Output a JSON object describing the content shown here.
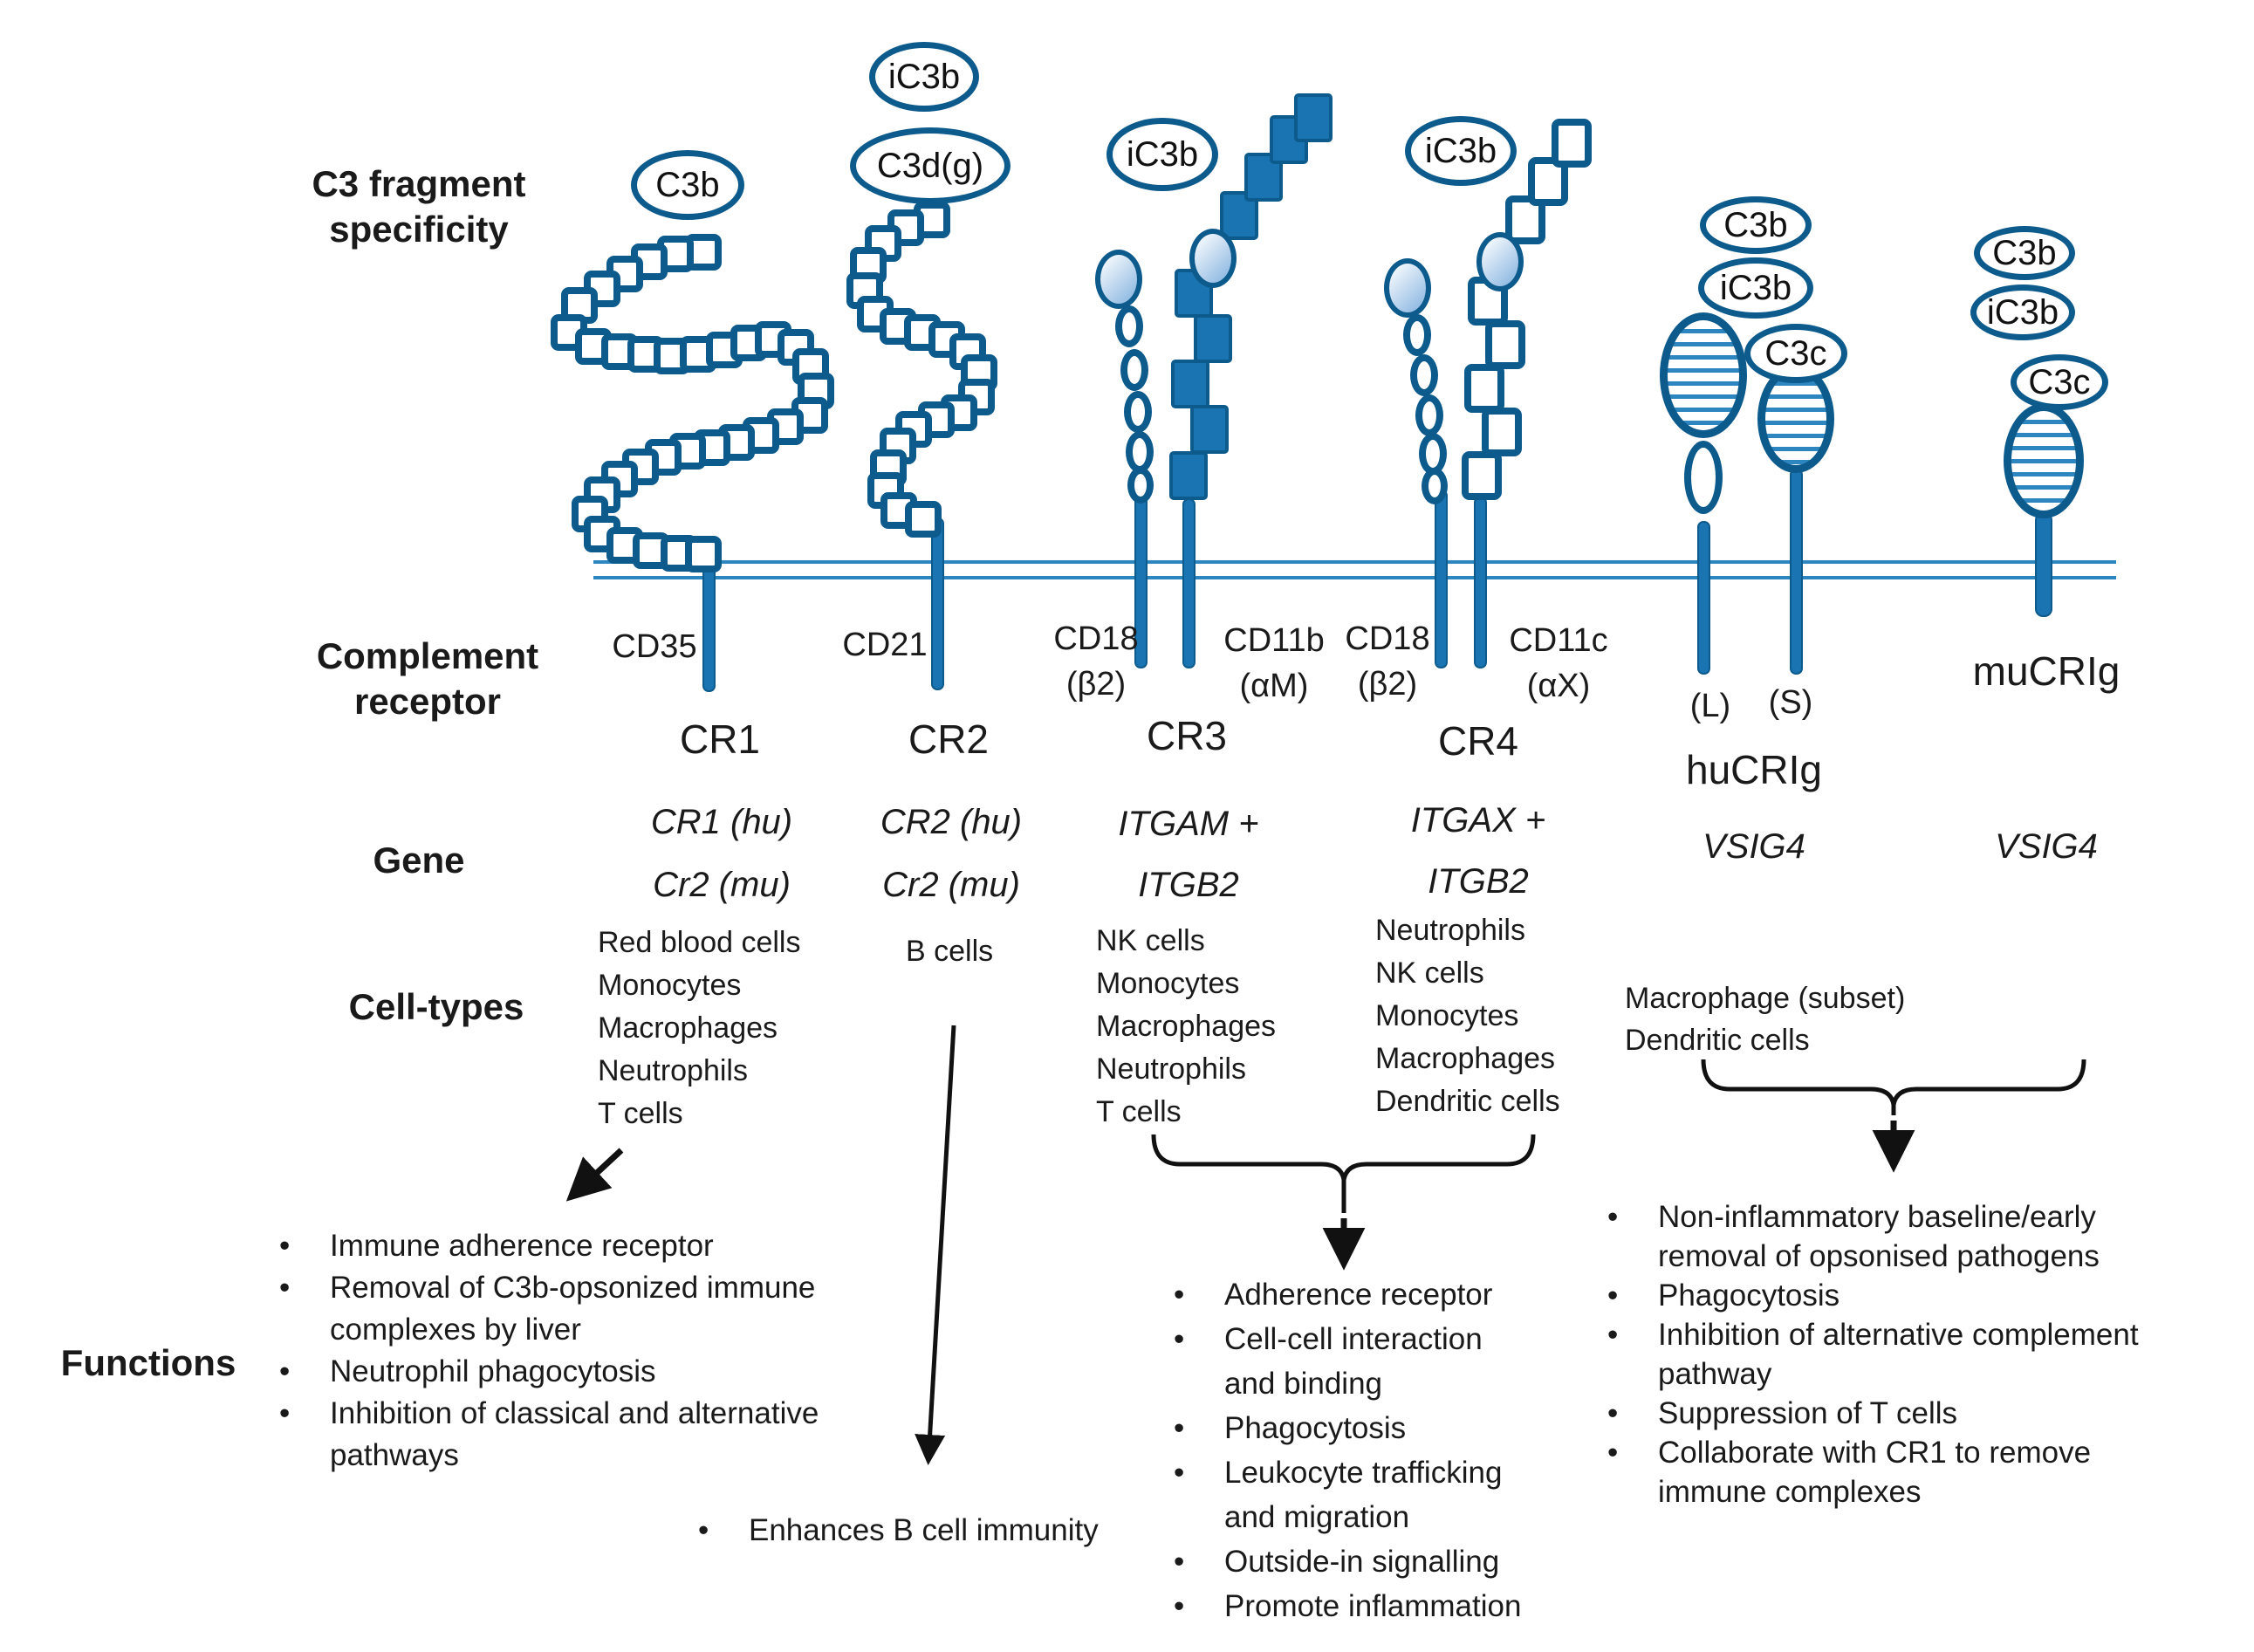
{
  "row_labels": {
    "c3_fragment_line1": "C3 fragment",
    "c3_fragment_line2": "specificity",
    "complement_line1": "Complement",
    "complement_line2": "receptor",
    "gene": "Gene",
    "cell_types": "Cell-types",
    "functions": "Functions"
  },
  "fragments": {
    "cr1_c3b": "C3b",
    "cr2_ic3b": "iC3b",
    "cr2_c3dg": "C3d(g)",
    "cr3_ic3b": "iC3b",
    "cr4_ic3b": "iC3b",
    "hucrig_c3b": "C3b",
    "hucrig_ic3b": "iC3b",
    "hucrig_c3c": "C3c",
    "mucrig_c3b": "C3b",
    "mucrig_ic3b": "iC3b",
    "mucrig_c3c": "C3c"
  },
  "cd_labels": {
    "cr1": "CD35",
    "cr2": "CD21",
    "cr3_beta_line1": "CD18",
    "cr3_beta_line2": "(β2)",
    "cr3_alpha_line1": "CD11b",
    "cr3_alpha_line2": "(αM)",
    "cr4_beta_line1": "CD18",
    "cr4_beta_line2": "(β2)",
    "cr4_alpha_line1": "CD11c",
    "cr4_alpha_line2": "(αX)"
  },
  "receptor_names": {
    "cr1": "CR1",
    "cr2": "CR2",
    "cr3": "CR3",
    "cr4": "CR4",
    "hucrig_l": "(L)",
    "hucrig_s": "(S)",
    "hucrig": "huCRIg",
    "mucrig": "muCRIg"
  },
  "genes": {
    "cr1_line1": "CR1 (hu)",
    "cr1_line2": "Cr2 (mu)",
    "cr2_line1": "CR2 (hu)",
    "cr2_line2": "Cr2 (mu)",
    "cr3_line1": "ITGAM +",
    "cr3_line2": "ITGB2",
    "cr4_line1": "ITGAX +",
    "cr4_line2": "ITGB2",
    "hucrig": "VSIG4",
    "mucrig": "VSIG4"
  },
  "cells": {
    "cr1": [
      "Red blood cells",
      "Monocytes",
      "Macrophages",
      "Neutrophils",
      "T cells"
    ],
    "cr2": [
      "B cells"
    ],
    "cr3": [
      "NK cells",
      "Monocytes",
      "Macrophages",
      "Neutrophils",
      "T cells"
    ],
    "cr4": [
      "Neutrophils",
      "NK cells",
      "Monocytes",
      "Macrophages",
      "Dendritic cells"
    ],
    "crig": [
      "Macrophage  (subset)",
      "Dendritic cells"
    ]
  },
  "functions": {
    "cr1": [
      {
        "lines": [
          "Immune adherence receptor"
        ]
      },
      {
        "lines": [
          "Removal of C3b-opsonized immune",
          "complexes  by liver"
        ]
      },
      {
        "lines": [
          "Neutrophil phagocytosis"
        ]
      },
      {
        "lines": [
          "Inhibition of classical and alternative",
          "pathways"
        ]
      }
    ],
    "cr2": [
      {
        "lines": [
          "Enhances B cell immunity"
        ]
      }
    ],
    "cr34": [
      {
        "lines": [
          "Adherence receptor"
        ]
      },
      {
        "lines": [
          "Cell-cell interaction",
          "and binding"
        ]
      },
      {
        "lines": [
          "Phagocytosis"
        ]
      },
      {
        "lines": [
          "Leukocyte trafficking",
          "and migration"
        ]
      },
      {
        "lines": [
          "Outside-in signalling"
        ]
      },
      {
        "lines": [
          "Promote inflammation"
        ]
      }
    ],
    "crig": [
      {
        "lines": [
          "Non-inflammatory baseline/early",
          "removal of opsonised pathogens"
        ]
      },
      {
        "lines": [
          "Phagocytosis"
        ]
      },
      {
        "lines": [
          "Inhibition of alternative  complement",
          "pathway"
        ]
      },
      {
        "lines": [
          "Suppression of T cells"
        ]
      },
      {
        "lines": [
          "Collaborate with CR1 to remove",
          "immune complexes"
        ]
      }
    ]
  },
  "colors": {
    "outline": "#0d5a8c",
    "receptor_fill": "#1b74b2",
    "membrane": "#2e86c1",
    "text": "#1a1a1a"
  }
}
